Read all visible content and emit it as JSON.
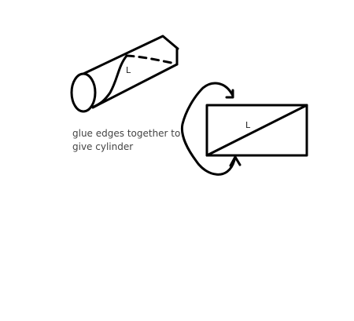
{
  "diagram": {
    "cylinder_label": "L",
    "rectangle_label": "L",
    "caption_lines": [
      "glue edges together to",
      "give cylinder"
    ],
    "stroke_color": "#000000"
  }
}
